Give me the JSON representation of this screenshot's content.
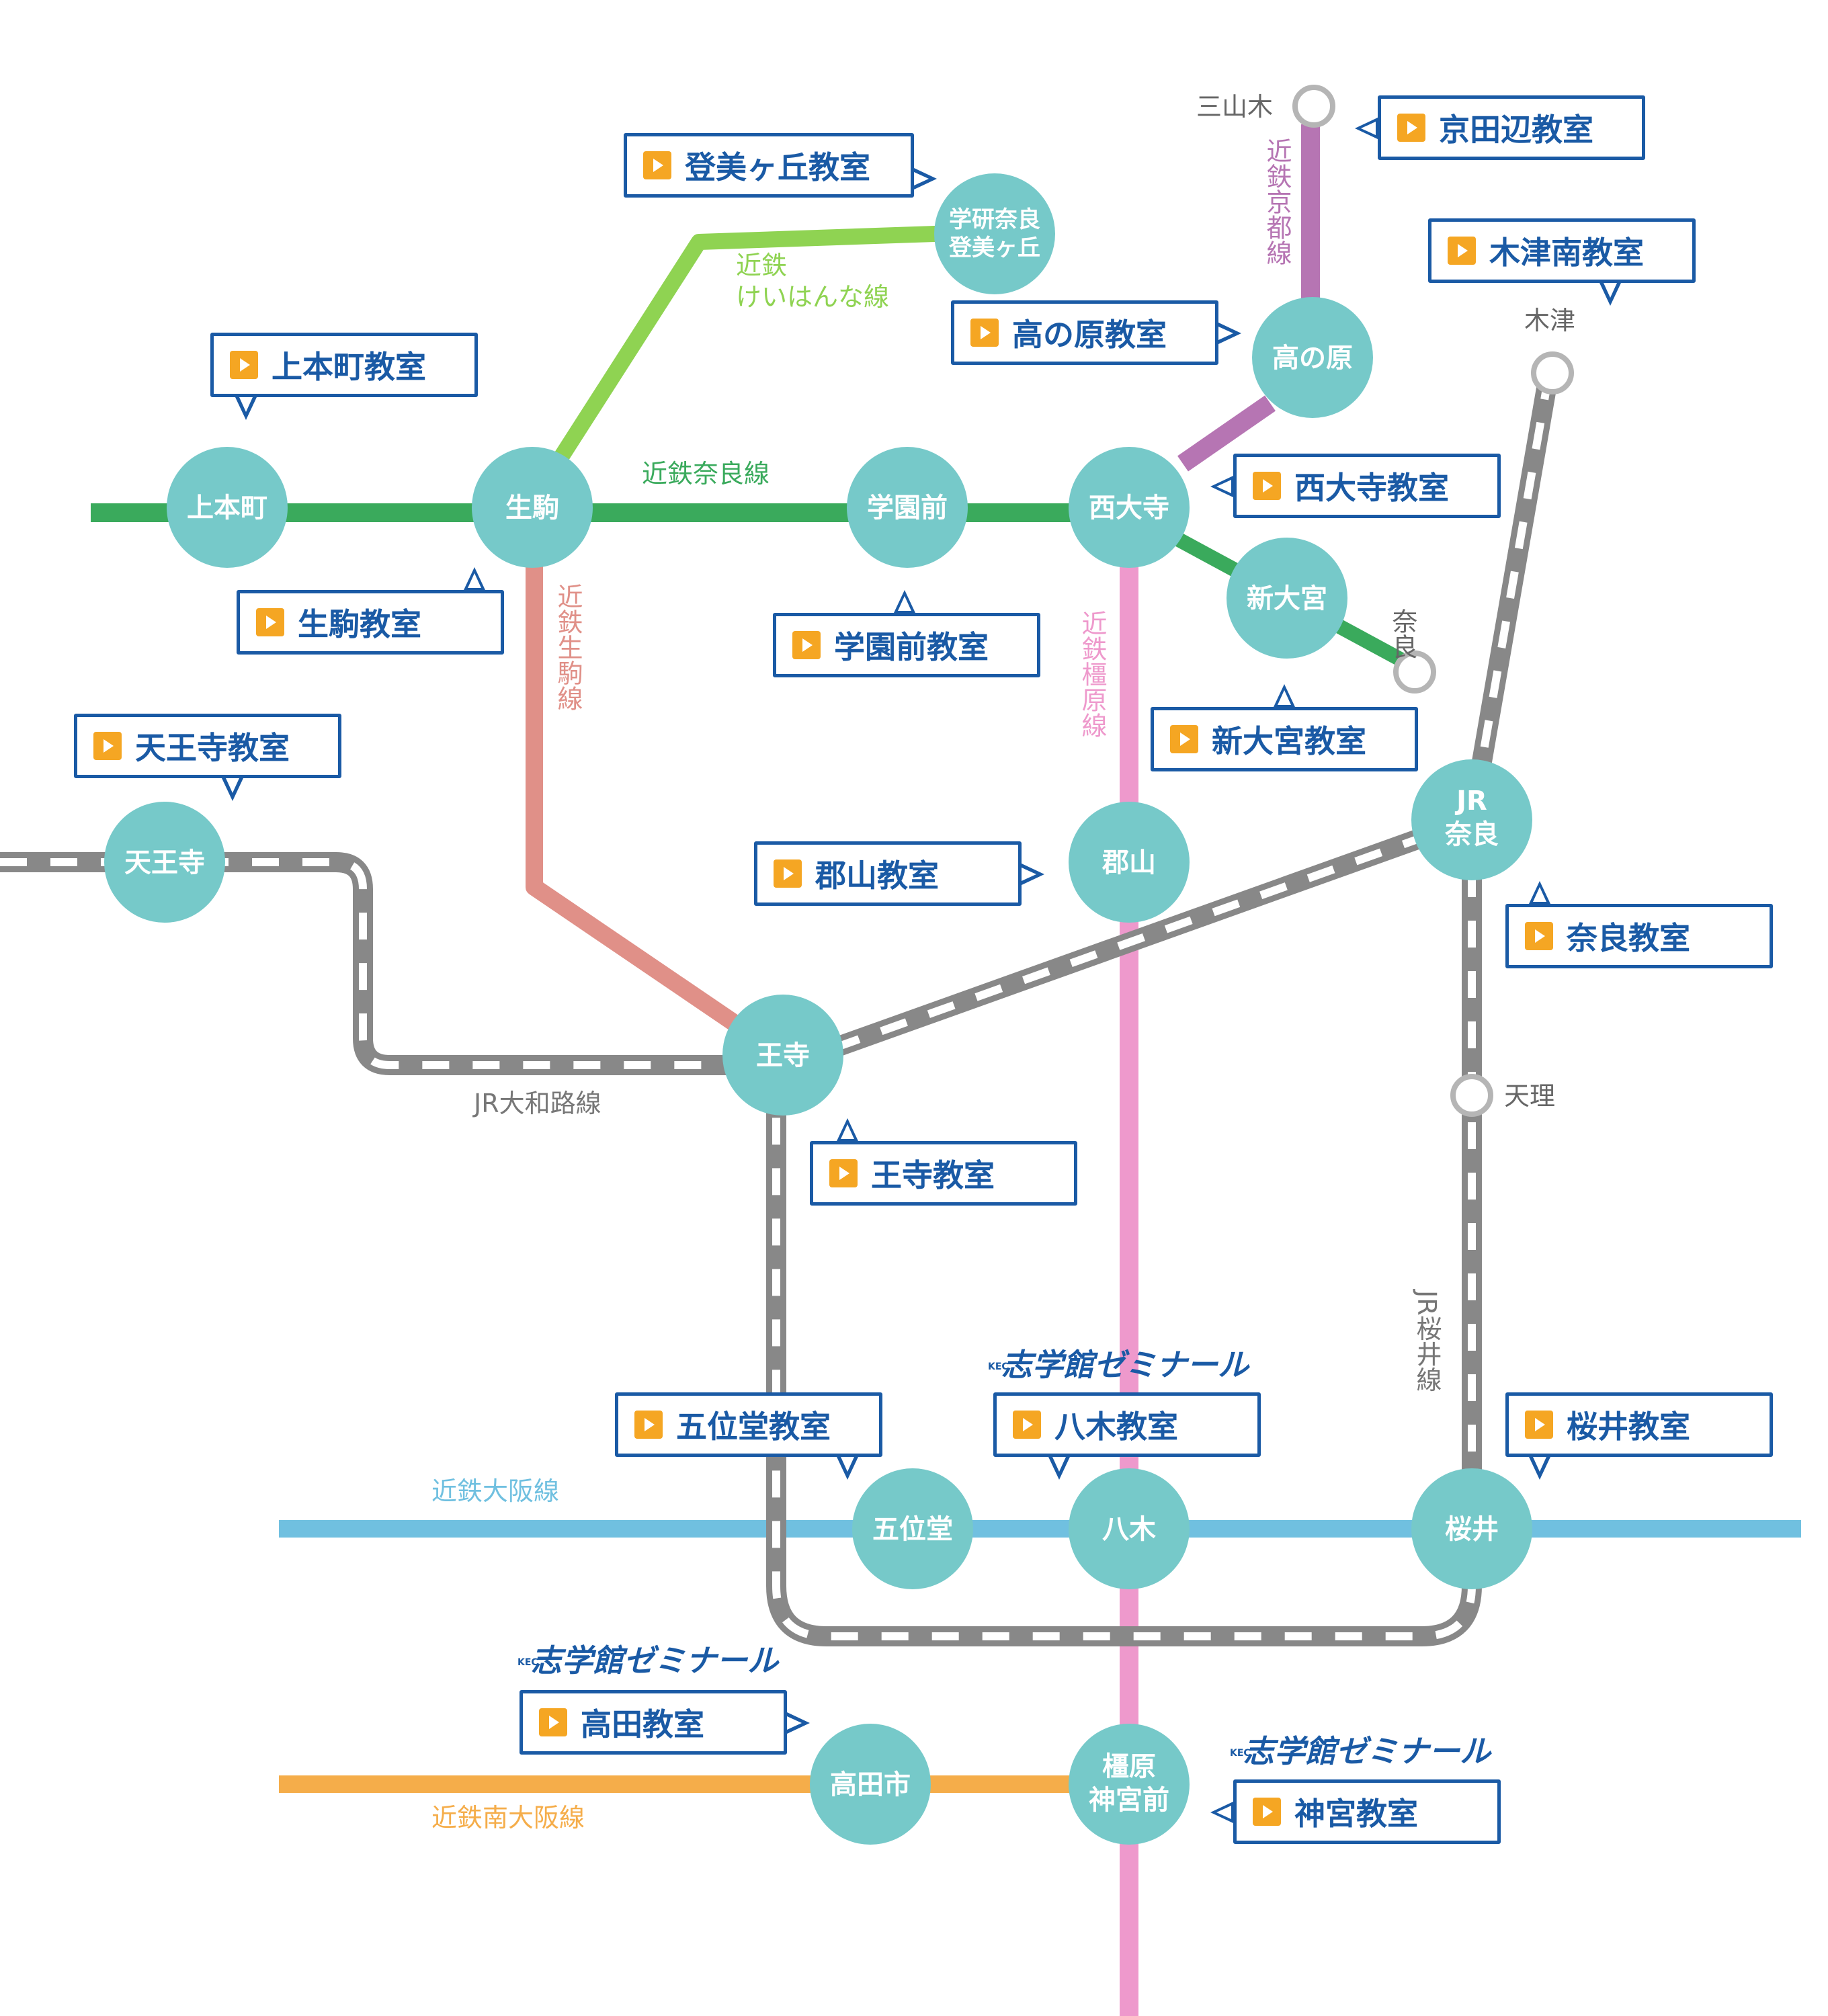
{
  "colors": {
    "station": "#76c9c9",
    "kintetsu_nara": "#3aaa5c",
    "keihanna": "#8fd352",
    "kyoto": "#b675b3",
    "kashihara": "#ee99cc",
    "ikoma": "#e09088",
    "osaka": "#70c0e0",
    "minami_osaka": "#f5ad4a",
    "jr": "#888888",
    "callout_border": "#1a5aa5",
    "callout_icon": "#f5a623"
  },
  "lines": {
    "kintetsu_nara": "近鉄奈良線",
    "keihanna_1": "近鉄",
    "keihanna_2": "けいはんな線",
    "kyoto": "近鉄京都線",
    "ikoma": "近鉄生駒線",
    "kashihara": "近鉄橿原線",
    "jr_yamatoji": "JR大和路線",
    "jr_sakurai": "JR桜井線",
    "osaka": "近鉄大阪線",
    "minami_osaka": "近鉄南大阪線"
  },
  "stations": {
    "uehonmachi": "上本町",
    "ikoma": "生駒",
    "gakuenmae": "学園前",
    "saidaiji": "西大寺",
    "gakken_1": "学研奈良",
    "gakken_2": "登美ヶ丘",
    "takanohara": "高の原",
    "shinomiya": "新大宮",
    "tennoji": "天王寺",
    "koriyama": "郡山",
    "jrnara_1": "JR",
    "jrnara_2": "奈良",
    "oji": "王寺",
    "goido": "五位堂",
    "yagi": "八木",
    "sakurai": "桜井",
    "takadashi": "高田市",
    "kashihara_1": "橿原",
    "kashihara_2": "神宮前"
  },
  "minor_stations": {
    "miyamaki": "三山木",
    "kizu": "木津",
    "nara": "奈良",
    "tenri": "天理"
  },
  "brand": {
    "kec": "KEC",
    "name": "志学館ゼミナール"
  },
  "classrooms": {
    "tomigaoka": "登美ヶ丘教室",
    "kyotanabe": "京田辺教室",
    "kizuminami": "木津南教室",
    "takanohara": "高の原教室",
    "uehonmachi": "上本町教室",
    "saidaiji": "西大寺教室",
    "ikoma": "生駒教室",
    "gakuenmae": "学園前教室",
    "shinomiya": "新大宮教室",
    "tennoji": "天王寺教室",
    "koriyama": "郡山教室",
    "nara": "奈良教室",
    "oji": "王寺教室",
    "goido": "五位堂教室",
    "yagi": "八木教室",
    "sakurai": "桜井教室",
    "takada": "高田教室",
    "jingu": "神宮教室"
  }
}
